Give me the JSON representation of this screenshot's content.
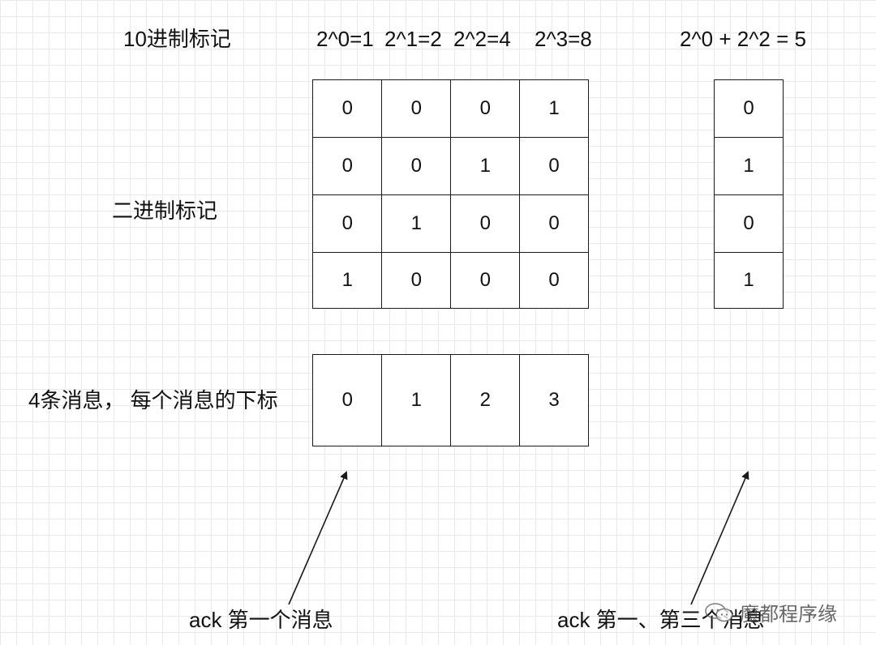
{
  "labels": {
    "decimal_marker": "10进制标记",
    "binary_marker": "二进制标记",
    "messages_label": "4条消息， 每个消息的下标",
    "ack_first": "ack 第一个消息",
    "ack_first_third": "ack 第一、第三个消息"
  },
  "powers": [
    "2^0=1",
    "2^1=2",
    "2^2=4",
    "2^3=8"
  ],
  "sum_expression": "2^0 + 2^2 = 5",
  "binary_matrix": [
    [
      "0",
      "0",
      "0",
      "1"
    ],
    [
      "0",
      "0",
      "1",
      "0"
    ],
    [
      "0",
      "1",
      "0",
      "0"
    ],
    [
      "1",
      "0",
      "0",
      "0"
    ]
  ],
  "result_column": [
    "0",
    "1",
    "0",
    "1"
  ],
  "message_indices": [
    "0",
    "1",
    "2",
    "3"
  ],
  "watermark": {
    "text": "魔都程序缘",
    "icon": "wechat-icon"
  },
  "colors": {
    "grid_line": "#e9e9e9",
    "border": "#1a1a1a",
    "text": "#111111"
  }
}
